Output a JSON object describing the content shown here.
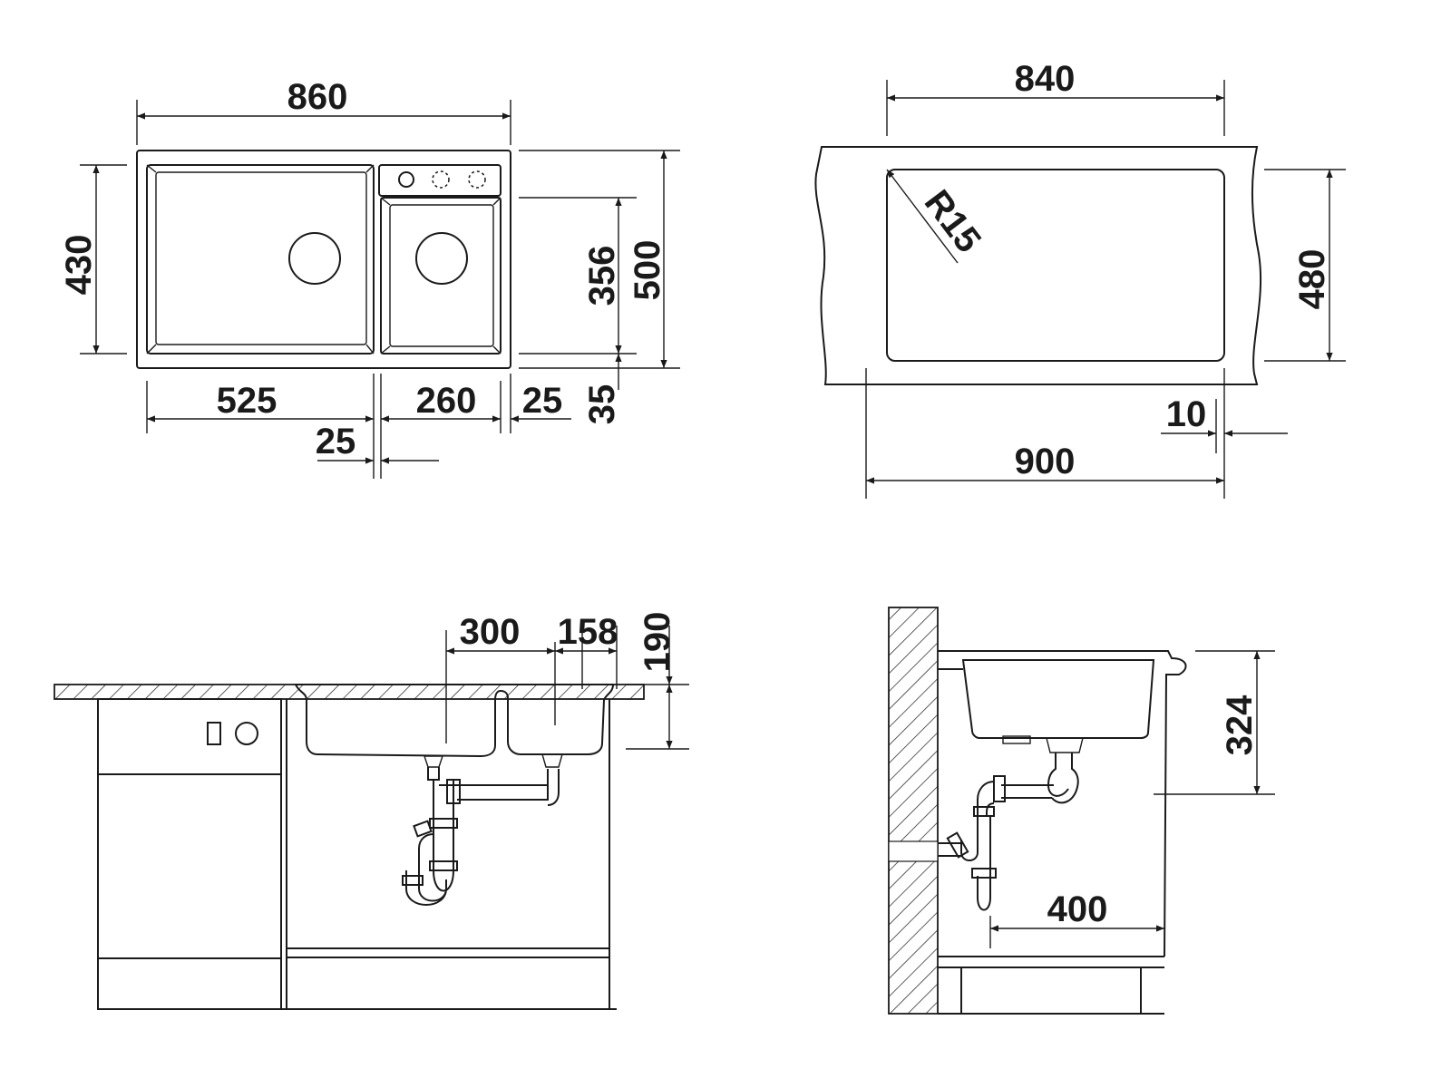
{
  "colors": {
    "line": "#1a1a1a",
    "background": "#ffffff"
  },
  "top_left": {
    "width_overall": "860",
    "height_left": "430",
    "bowl_depth": "356",
    "height_overall": "500",
    "main_bowl_width": "525",
    "small_bowl_width": "260",
    "right_edge": "25",
    "divider": "25",
    "front_edge": "35"
  },
  "top_right": {
    "cutout_width": "840",
    "radius": "R15",
    "cutout_depth": "480",
    "overhang": "10",
    "cabinet_width": "900"
  },
  "bottom_left": {
    "drain_offset": "300",
    "bowl_spacing": "158",
    "bowl_height": "190"
  },
  "bottom_right": {
    "sink_depth": "324",
    "wall_distance": "400"
  }
}
